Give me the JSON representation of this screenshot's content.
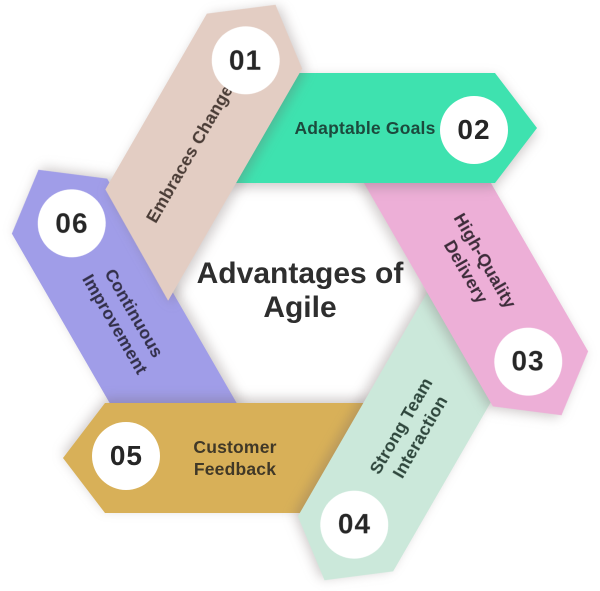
{
  "title": {
    "line1": "Advantages of",
    "line2": "Agile",
    "color": "#2e2e2e"
  },
  "items": [
    {
      "number": "01",
      "label_lines": [
        "Embraces Change",
        ""
      ],
      "color": "#e3cdc3",
      "label_color": "#4a3c36"
    },
    {
      "number": "02",
      "label_lines": [
        "Adaptable Goals",
        ""
      ],
      "color": "#3ee2af",
      "label_color": "#1c4a3d"
    },
    {
      "number": "03",
      "label_lines": [
        "High-Quality",
        "Delivery"
      ],
      "color": "#edafd7",
      "label_color": "#3d2c3a"
    },
    {
      "number": "04",
      "label_lines": [
        "Strong Team",
        "Interaction"
      ],
      "color": "#cbe8da",
      "label_color": "#2e463c"
    },
    {
      "number": "05",
      "label_lines": [
        "Customer",
        "Feedback"
      ],
      "color": "#d8b058",
      "label_color": "#403827"
    },
    {
      "number": "06",
      "label_lines": [
        "Continuous",
        "Improvement"
      ],
      "color": "#a09de8",
      "label_color": "#322f49"
    }
  ],
  "number_text_color": "#262626",
  "circle_color": "#ffffff"
}
